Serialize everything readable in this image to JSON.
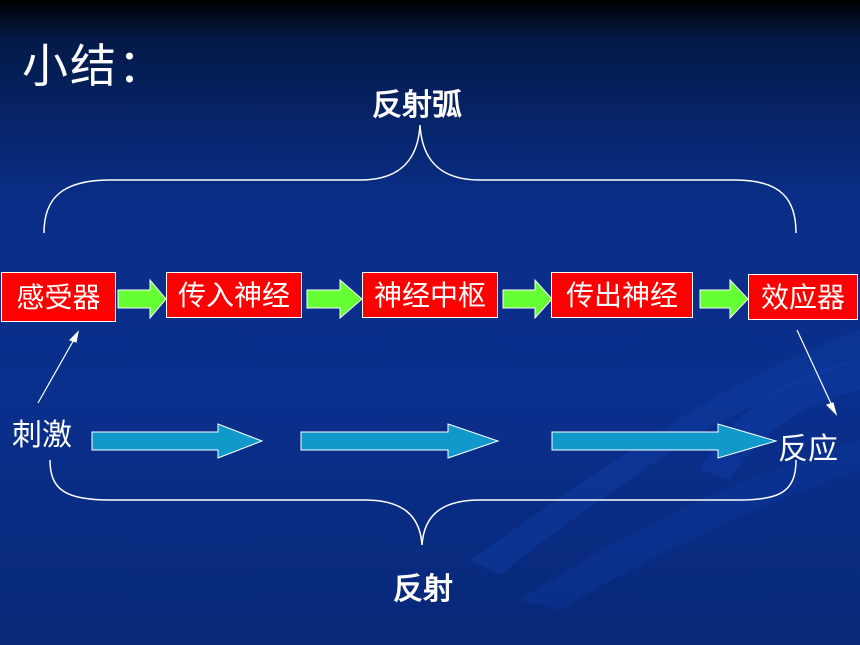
{
  "title": "小结：",
  "top_label": "反射弧",
  "bottom_label": "反射",
  "stimulus": "刺激",
  "response": "反应",
  "reflex_arc_boxes": [
    "感受器",
    "传入神经",
    "神经中枢",
    "传出神经",
    "效应器"
  ],
  "colors": {
    "box_fill": "#ff0000",
    "green_arrow": "#66ff33",
    "cyan_arrow": "#1199cc",
    "line": "#ffffff"
  }
}
